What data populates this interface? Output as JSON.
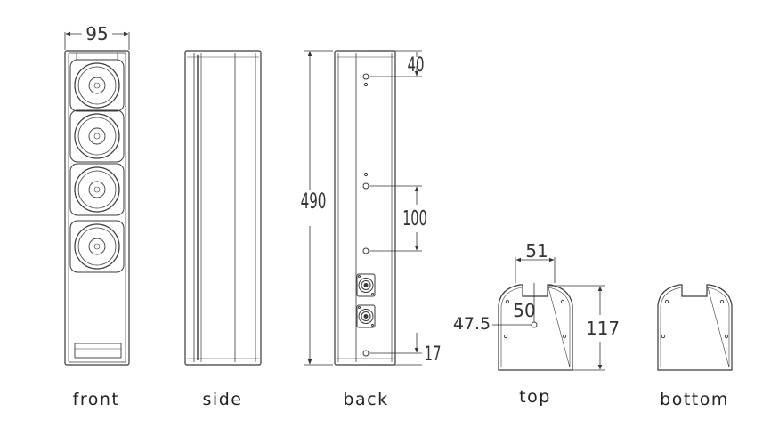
{
  "views": {
    "front": "front",
    "side": "side",
    "back": "back",
    "top": "top",
    "bottom": "bottom"
  },
  "dimensions": {
    "width": "95",
    "height": "490",
    "back_top_offset": "40",
    "back_mount_spacing": "100",
    "back_bottom_offset": "17",
    "top_slot_width": "51",
    "top_center_x": "47.5",
    "top_center_y": "50",
    "top_depth": "117"
  },
  "colors": {
    "line": "#3a3a3a",
    "cabinet_fill": "#ffffff",
    "text": "#333333"
  }
}
